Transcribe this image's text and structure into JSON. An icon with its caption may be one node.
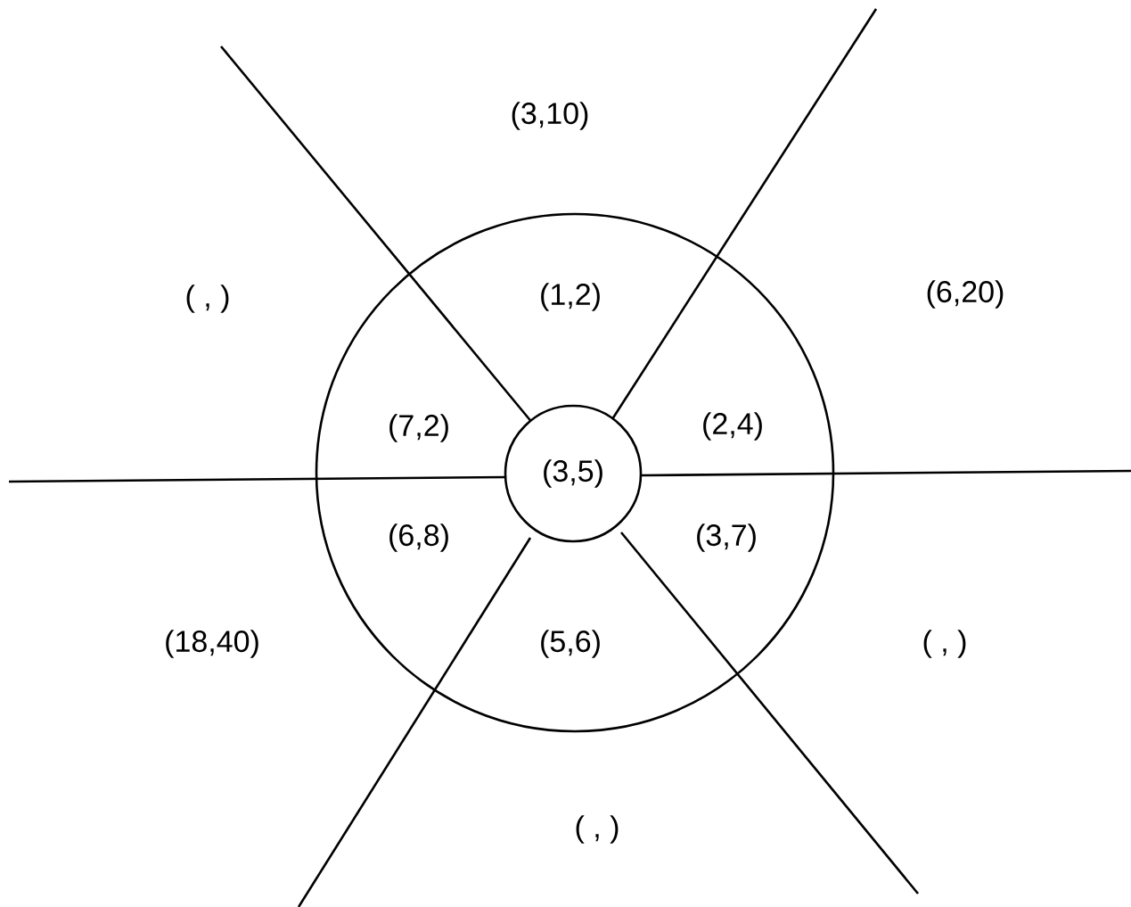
{
  "diagram": {
    "nodes": [
      {
        "text": [],
        "shape": "circle"
      },
      {
        "text": [
          "(3,5)"
        ],
        "in": 0
      }
    ],
    "labels": [
      "(3,10)",
      "( , )",
      "(1,2)",
      "(6,20)",
      "(7,2)",
      "(2,4)",
      "(6,8)",
      "(3,7)",
      "(18,40)",
      "(5,6)",
      "( , )",
      "( , )"
    ]
  }
}
